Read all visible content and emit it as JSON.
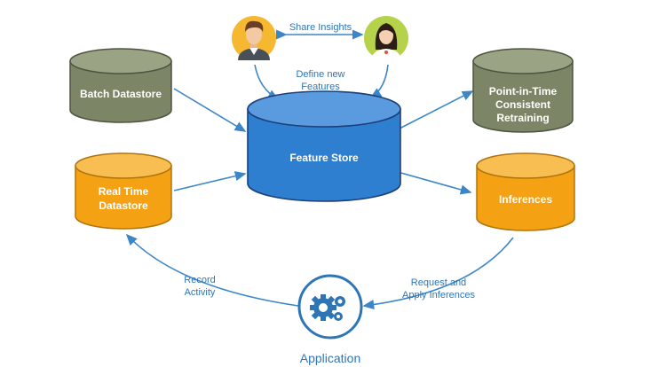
{
  "colors": {
    "batch": "#7c8666",
    "feature_store": "#2f7fd1",
    "orange": "#f4a114",
    "arrow": "#3c86c8",
    "text_blue": "#2e75b6"
  },
  "nodes": {
    "batch_datastore": "Batch Datastore",
    "realtime_datastore": [
      "Real Time",
      "Datastore"
    ],
    "feature_store": "Feature Store",
    "point_in_time": [
      "Point-in-Time",
      "Consistent",
      "Retraining"
    ],
    "inferences": "Inferences",
    "application": "Application"
  },
  "edges": {
    "share_insights": "Share Insights",
    "define_features": [
      "Define new",
      "Features"
    ],
    "record_activity": [
      "Record",
      "Activity"
    ],
    "request_apply": [
      "Request and",
      "Apply Inferences"
    ]
  },
  "icons": {
    "user_male": "user-avatar-male-icon",
    "user_female": "user-avatar-female-icon",
    "application": "gears-icon"
  }
}
